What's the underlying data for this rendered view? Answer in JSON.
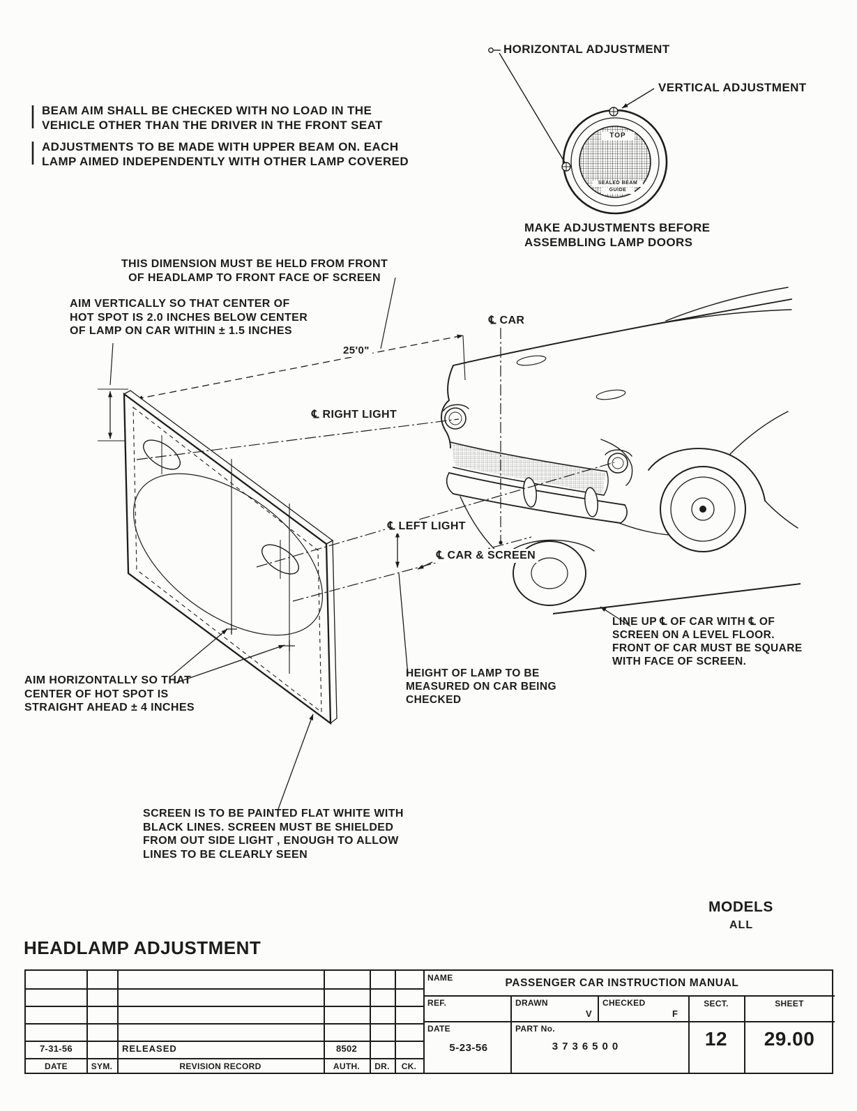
{
  "colors": {
    "ink": "#1c1c1c",
    "paper": "#fcfcfa"
  },
  "notes": {
    "beam_aim": "BEAM AIM SHALL BE CHECKED WITH NO LOAD IN THE\nVEHICLE OTHER THAN THE DRIVER IN THE FRONT SEAT",
    "adjustments": "ADJUSTMENTS TO BE MADE WITH UPPER BEAM ON. EACH\nLAMP AIMED INDEPENDENTLY WITH OTHER LAMP COVERED"
  },
  "lamp_detail": {
    "horizontal_adjustment": "HORIZONTAL ADJUSTMENT",
    "vertical_adjustment": "VERTICAL ADJUSTMENT",
    "lens_top_marking": "TOP",
    "lens_sealed_beam_marking": "SEALED BEAM",
    "lens_brand_marking": "GUIDE",
    "caption": "MAKE ADJUSTMENTS BEFORE\nASSEMBLING LAMP DOORS"
  },
  "diagram": {
    "dimension_note": "THIS DIMENSION MUST BE HELD FROM FRONT\nOF HEADLAMP TO FRONT FACE OF SCREEN",
    "aim_vertically_note": "AIM VERTICALLY SO THAT CENTER OF\nHOT SPOT IS 2.0 INCHES BELOW CENTER\nOF LAMP ON CAR WITHIN ± 1.5 INCHES",
    "distance_dimension": "25'0\"",
    "centerline_car": "℄ CAR",
    "centerline_right_light": "℄ RIGHT LIGHT",
    "centerline_left_light": "℄ LEFT LIGHT",
    "centerline_car_screen": "℄ CAR & SCREEN",
    "line_up_note": "LINE UP ℄ OF CAR WITH ℄ OF\nSCREEN ON A LEVEL FLOOR.\nFRONT OF CAR MUST BE SQUARE\nWITH FACE OF SCREEN.",
    "height_note": "HEIGHT OF LAMP TO BE\nMEASURED ON CAR BEING\nCHECKED",
    "aim_horizontally_note": "AIM HORIZONTALLY SO THAT\nCENTER OF HOT SPOT IS\nSTRAIGHT AHEAD ± 4 INCHES",
    "screen_note": "SCREEN IS TO BE PAINTED FLAT WHITE WITH\nBLACK LINES. SCREEN MUST BE SHIELDED\nFROM OUT SIDE LIGHT , ENOUGH TO ALLOW\nLINES TO BE CLEARLY SEEN"
  },
  "models": {
    "label": "MODELS",
    "value": "ALL"
  },
  "drawing_title": "HEADLAMP ADJUSTMENT",
  "title_block": {
    "name_label": "NAME",
    "name_value": "PASSENGER CAR INSTRUCTION MANUAL",
    "ref_label": "REF.",
    "drawn_label": "DRAWN",
    "drawn_value": "V",
    "checked_label": "CHECKED",
    "checked_value": "F",
    "sect_label": "SECT.",
    "sect_value": "12",
    "sheet_label": "SHEET",
    "sheet_value": "29.00",
    "date_label": "DATE",
    "date_value": "5-23-56",
    "part_label": "PART No.",
    "part_value": "3736500"
  },
  "revision_block": {
    "release_date": "7-31-56",
    "release_entry": "RELEASED",
    "release_auth": "8502",
    "col_date": "DATE",
    "col_sym": "SYM.",
    "col_record": "REVISION RECORD",
    "col_auth": "AUTH.",
    "col_dr": "DR.",
    "col_ck": "CK."
  }
}
